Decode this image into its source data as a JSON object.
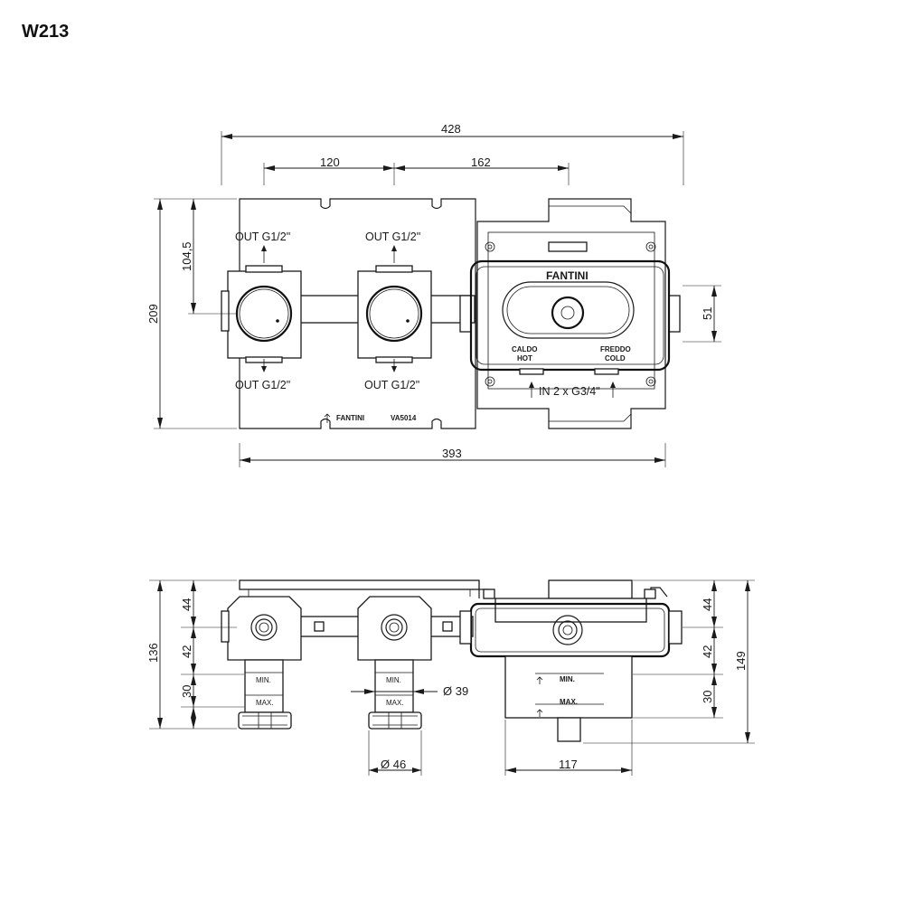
{
  "model_code": "W213",
  "top_view": {
    "dims": {
      "overall_width": "428",
      "spacing_left": "120",
      "spacing_right": "162",
      "height": "209",
      "outlet_offset": "104,5",
      "inlet_height": "51",
      "base_width": "393"
    },
    "labels": {
      "out_top_left": "OUT G1/2\"",
      "out_top_right": "OUT G1/2\"",
      "out_bottom_left": "OUT G1/2\"",
      "out_bottom_right": "OUT G1/2\"",
      "inlet": "IN 2 x G3/4\"",
      "hot_it": "CALDO",
      "hot_en": "HOT",
      "cold_it": "FREDDO",
      "cold_en": "COLD",
      "brand_main": "FANTINI",
      "brand_plate": "FANTINI",
      "plate_code": "VA5014"
    }
  },
  "side_view": {
    "dims": {
      "left_top": "44",
      "left_mid": "42",
      "left_bottom": "30",
      "left_total": "136",
      "right_top": "44",
      "right_mid": "42",
      "right_bottom": "30",
      "right_total": "149",
      "diameter_small": "Ø 39",
      "diameter_large": "Ø 46",
      "box_width": "117"
    },
    "labels": {
      "min": "MIN.",
      "max": "MAX.",
      "min_box": "MIN.",
      "max_box": "MAX."
    }
  }
}
